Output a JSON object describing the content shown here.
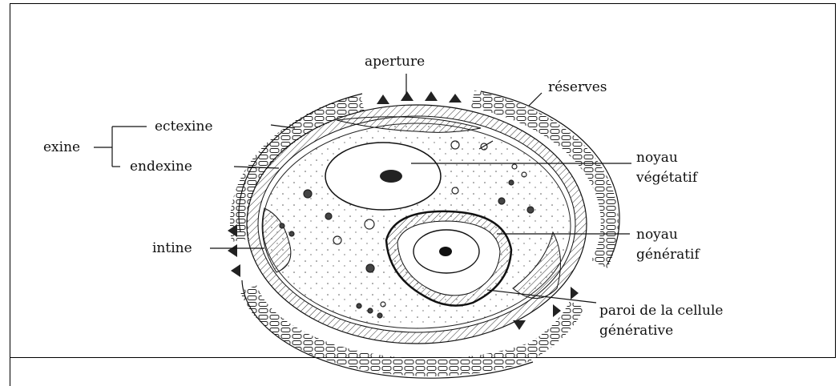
{
  "labels": {
    "aperture": "aperture",
    "reserves": "réserves",
    "ectexine": "ectexine",
    "exine": "exine",
    "endexine": "endexine",
    "noyau_veg_1": "noyau",
    "noyau_veg_2": "végétatif",
    "intine": "intine",
    "noyau_gen_1": "noyau",
    "noyau_gen_2": "génératif",
    "paroi_1": "paroi de la cellule",
    "paroi_2": "générative"
  }
}
